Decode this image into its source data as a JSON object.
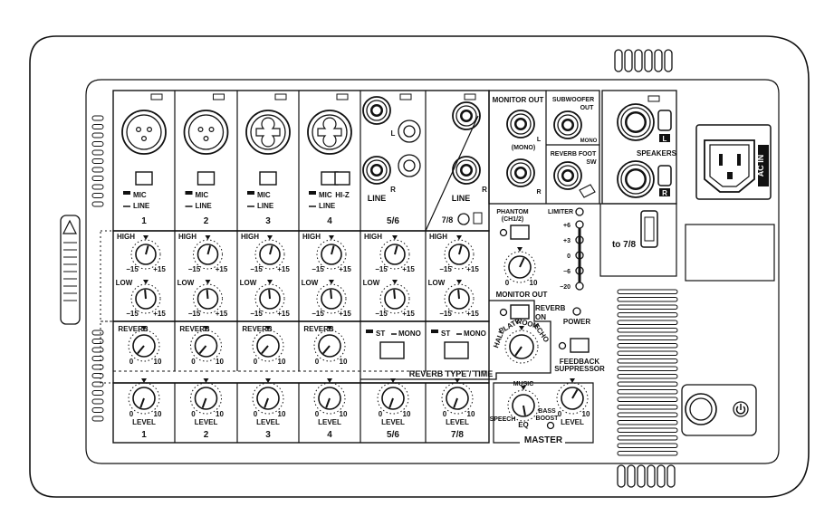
{
  "channels": [
    {
      "number": "1",
      "input": "xlr",
      "icon": "mic-icon",
      "switch": [
        "MIC",
        "LINE"
      ],
      "reverb": true
    },
    {
      "number": "2",
      "input": "xlr",
      "icon": "mic-icon",
      "switch": [
        "MIC",
        "LINE"
      ],
      "reverb": true
    },
    {
      "number": "3",
      "input": "combo",
      "icon": "guitar-icon",
      "switch": [
        "MIC",
        "LINE"
      ],
      "reverb": true
    },
    {
      "number": "4",
      "input": "combo",
      "icon": "guitar-icon",
      "switch": [
        "MIC",
        "LINE"
      ],
      "hiz": "HI-Z",
      "reverb": true
    },
    {
      "number": "5/6",
      "input": "stereo",
      "icon": "keyboard-icon",
      "jack_l": "L",
      "jack_r": "R",
      "jack_label": "LINE",
      "st": "ST",
      "mono": "MONO"
    },
    {
      "number": "7/8",
      "input": "stereo78",
      "icon": "keyboard-icon",
      "jack_r": "R",
      "jack_label": "LINE",
      "st": "ST",
      "mono": "MONO"
    }
  ],
  "eq": {
    "high": "HIGH",
    "low": "LOW",
    "min": "−15",
    "max": "+15"
  },
  "reverb_send": {
    "label": "REVERB",
    "min": "0",
    "max": "10"
  },
  "level": {
    "label": "LEVEL",
    "min": "0",
    "max": "10"
  },
  "reverb_type_label": "REVERB TYPE / TIME",
  "reverb_types": [
    "HALL",
    "PLATE",
    "ROOM",
    "ECHO"
  ],
  "reverb_on": {
    "line1": "REVERB",
    "line2": "ON"
  },
  "monitor_out": {
    "label": "MONITOR OUT",
    "l": "L",
    "mono": "(MONO)",
    "r": "R",
    "knob_label": "MONITOR OUT",
    "min": "0",
    "max": "10"
  },
  "subwoofer": {
    "label": "SUBWOOFER",
    "out": "OUT",
    "mono": "MONO"
  },
  "reverb_foot": {
    "label": "REVERB FOOT",
    "sw": "SW"
  },
  "speakers": {
    "label": "SPEAKERS",
    "l": "L",
    "r": "R"
  },
  "ac_in": "AC IN",
  "phantom": {
    "label": "PHANTOM",
    "sub": "(CH1/2)"
  },
  "limiter": {
    "label": "LIMITER",
    "scale": [
      "+6",
      "+3",
      "0",
      "−6",
      "−20"
    ]
  },
  "power": "POWER",
  "feedback": {
    "line1": "FEEDBACK",
    "line2": "SUPPRESSOR"
  },
  "to78": "to 7/8",
  "ch78_switch": "7/8",
  "master": {
    "label": "MASTER",
    "eq": "EQ",
    "music": "MUSIC",
    "speech": "SPEECH",
    "bass1": "BASS",
    "bass2": "BOOST",
    "level": "LEVEL",
    "min": "0",
    "max": "10"
  }
}
